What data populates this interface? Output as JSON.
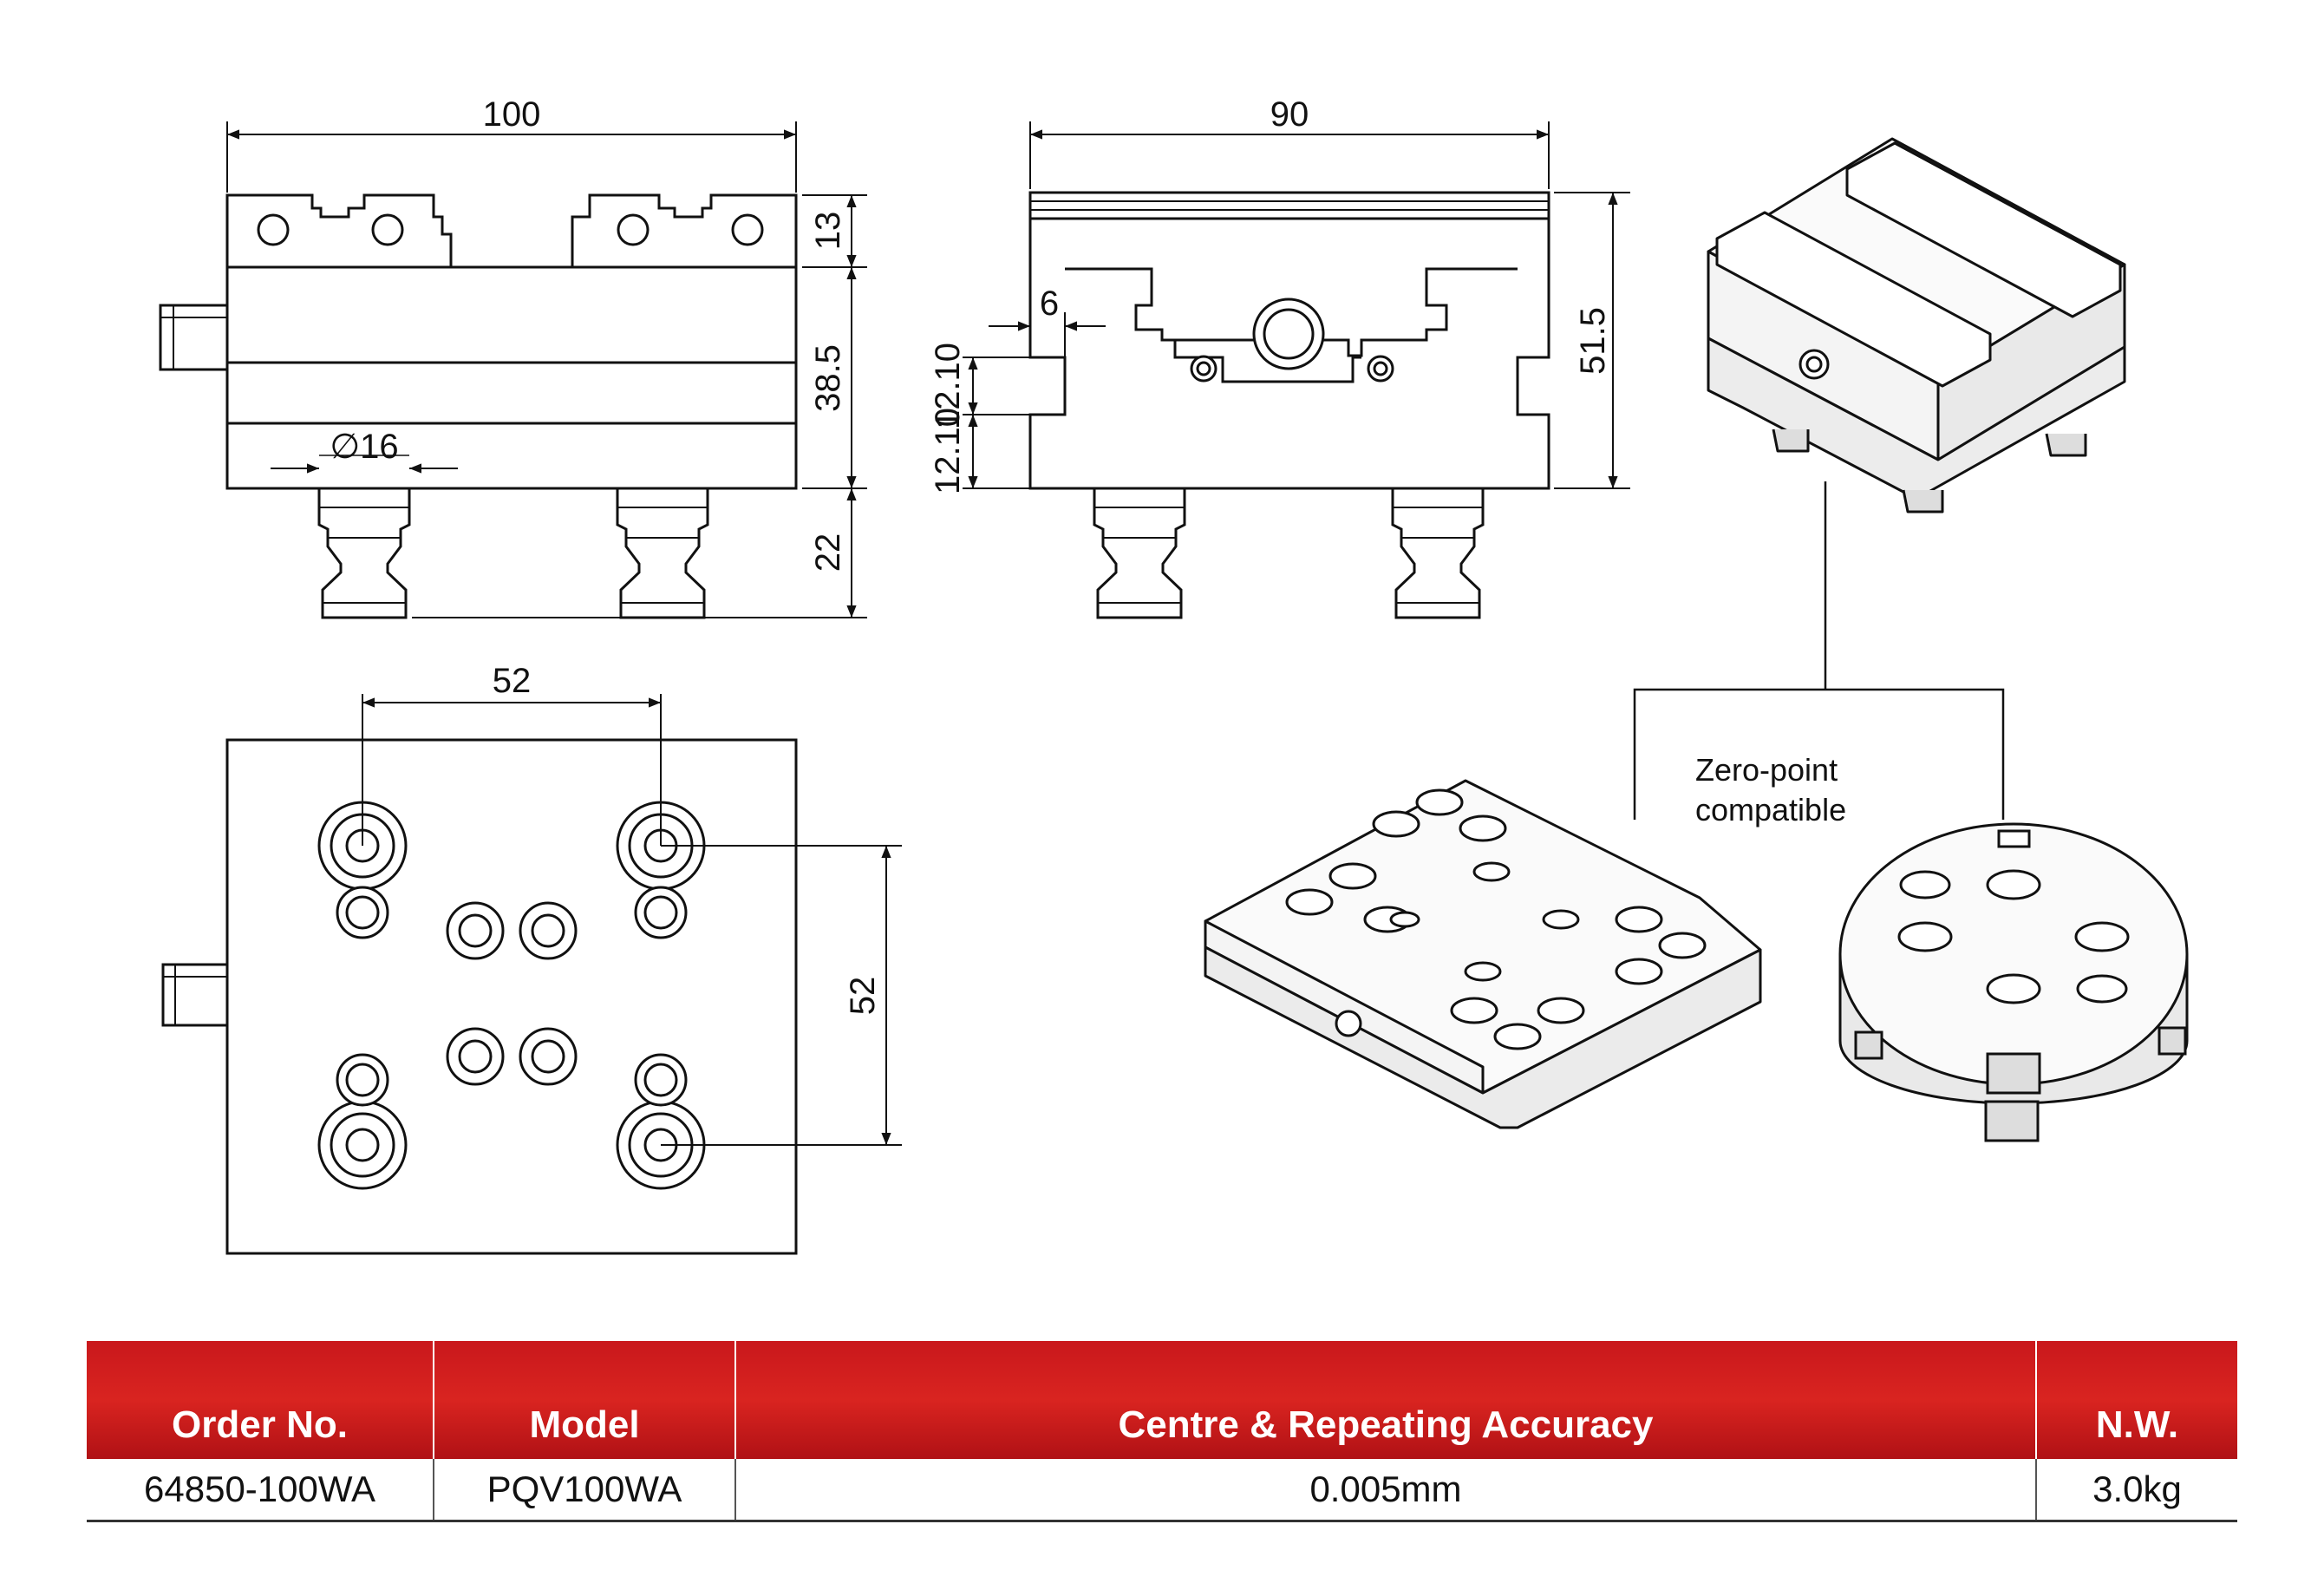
{
  "dimensions": {
    "width_100": "100",
    "width_90": "90",
    "height_13": "13",
    "height_38_5": "38.5",
    "height_22": "22",
    "height_51_5": "51.5",
    "offset_6": "6",
    "offset_12_10_a": "12.10",
    "offset_12_10_b": "12.10",
    "diameter_16": "∅16",
    "pitch_52_h": "52",
    "pitch_52_v": "52"
  },
  "callout": {
    "line1": "Zero-point",
    "line2": "compatible"
  },
  "table": {
    "headers": [
      "Order No.",
      "Model",
      "Centre & Repeating Accuracy",
      "N.W."
    ],
    "rows": [
      [
        "64850-100WA",
        "PQV100WA",
        "0.005mm",
        "3.0kg"
      ]
    ]
  },
  "colors": {
    "header_red": "#d92420",
    "line": "#111111",
    "fill_light": "#f4f4f4"
  }
}
